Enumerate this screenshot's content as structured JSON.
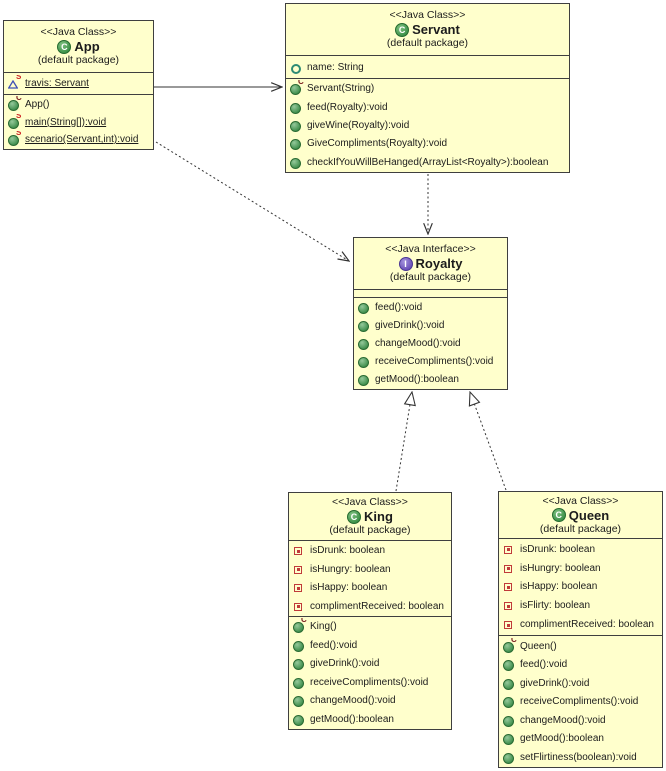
{
  "colors": {
    "box_fill": "#FFFFCC",
    "box_border": "#3F3F3F",
    "class_icon_green": "#3C9149",
    "interface_icon_purple": "#6A4FB8",
    "public_method_green": "#3F8E4C",
    "private_field_red": "#C03A3A",
    "package_field_teal": "#2E8B74",
    "static_field_blue": "#3F51B5",
    "static_overlay_red": "#CC2222",
    "constructor_overlay_maroon": "#7B1F1F"
  },
  "icons": {
    "class_letter": "C",
    "interface_letter": "I",
    "constructor_overlay": "C",
    "static_overlay": "S"
  },
  "classes": [
    {
      "name": "App",
      "stereotype": "<<Java Class>>",
      "package": "(default package)",
      "kind": "class",
      "fields": [
        {
          "text": "travis: Servant",
          "icon": "static-package-field-icon",
          "static": true
        }
      ],
      "methods": [
        {
          "text": "App()",
          "icon": "constructor-icon"
        },
        {
          "text": "main(String[]):void",
          "icon": "static-public-method-icon",
          "static": true
        },
        {
          "text": "scenario(Servant,int):void",
          "icon": "static-public-method-icon",
          "static": true
        }
      ]
    },
    {
      "name": "Servant",
      "stereotype": "<<Java Class>>",
      "package": "(default package)",
      "kind": "class",
      "fields": [
        {
          "text": "name: String",
          "icon": "package-field-icon"
        }
      ],
      "methods": [
        {
          "text": "Servant(String)",
          "icon": "constructor-icon"
        },
        {
          "text": "feed(Royalty):void",
          "icon": "public-method-icon"
        },
        {
          "text": "giveWine(Royalty):void",
          "icon": "public-method-icon"
        },
        {
          "text": "GiveCompliments(Royalty):void",
          "icon": "public-method-icon"
        },
        {
          "text": "checkIfYouWillBeHanged(ArrayList<Royalty>):boolean",
          "icon": "public-method-icon"
        }
      ]
    },
    {
      "name": "Royalty",
      "stereotype": "<<Java Interface>>",
      "package": "(default package)",
      "kind": "interface",
      "fields": [],
      "methods": [
        {
          "text": "feed():void",
          "icon": "public-method-icon"
        },
        {
          "text": "giveDrink():void",
          "icon": "public-method-icon"
        },
        {
          "text": "changeMood():void",
          "icon": "public-method-icon"
        },
        {
          "text": "receiveCompliments():void",
          "icon": "public-method-icon"
        },
        {
          "text": "getMood():boolean",
          "icon": "public-method-icon"
        }
      ]
    },
    {
      "name": "King",
      "stereotype": "<<Java Class>>",
      "package": "(default package)",
      "kind": "class",
      "fields": [
        {
          "text": "isDrunk: boolean",
          "icon": "private-field-icon"
        },
        {
          "text": "isHungry: boolean",
          "icon": "private-field-icon"
        },
        {
          "text": "isHappy: boolean",
          "icon": "private-field-icon"
        },
        {
          "text": "complimentReceived: boolean",
          "icon": "private-field-icon"
        }
      ],
      "methods": [
        {
          "text": "King()",
          "icon": "constructor-icon"
        },
        {
          "text": "feed():void",
          "icon": "public-method-icon"
        },
        {
          "text": "giveDrink():void",
          "icon": "public-method-icon"
        },
        {
          "text": "receiveCompliments():void",
          "icon": "public-method-icon"
        },
        {
          "text": "changeMood():void",
          "icon": "public-method-icon"
        },
        {
          "text": "getMood():boolean",
          "icon": "public-method-icon"
        }
      ]
    },
    {
      "name": "Queen",
      "stereotype": "<<Java Class>>",
      "package": "(default package)",
      "kind": "class",
      "fields": [
        {
          "text": "isDrunk: boolean",
          "icon": "private-field-icon"
        },
        {
          "text": "isHungry: boolean",
          "icon": "private-field-icon"
        },
        {
          "text": "isHappy: boolean",
          "icon": "private-field-icon"
        },
        {
          "text": "isFlirty: boolean",
          "icon": "private-field-icon"
        },
        {
          "text": "complimentReceived: boolean",
          "icon": "private-field-icon"
        }
      ],
      "methods": [
        {
          "text": "Queen()",
          "icon": "constructor-icon"
        },
        {
          "text": "feed():void",
          "icon": "public-method-icon"
        },
        {
          "text": "giveDrink():void",
          "icon": "public-method-icon"
        },
        {
          "text": "receiveCompliments():void",
          "icon": "public-method-icon"
        },
        {
          "text": "changeMood():void",
          "icon": "public-method-icon"
        },
        {
          "text": "getMood():boolean",
          "icon": "public-method-icon"
        },
        {
          "text": "setFlirtiness(boolean):void",
          "icon": "public-method-icon"
        }
      ]
    }
  ],
  "relations": [
    {
      "from": "App",
      "to": "Servant",
      "type": "association",
      "line": "solid",
      "arrowhead": "open"
    },
    {
      "from": "App",
      "to": "Royalty",
      "type": "dependency",
      "line": "dotted",
      "arrowhead": "open"
    },
    {
      "from": "Servant",
      "to": "Royalty",
      "type": "dependency",
      "line": "dotted",
      "arrowhead": "open"
    },
    {
      "from": "King",
      "to": "Royalty",
      "type": "realization",
      "line": "dotted",
      "arrowhead": "hollow-triangle"
    },
    {
      "from": "Queen",
      "to": "Royalty",
      "type": "realization",
      "line": "dotted",
      "arrowhead": "hollow-triangle"
    }
  ]
}
